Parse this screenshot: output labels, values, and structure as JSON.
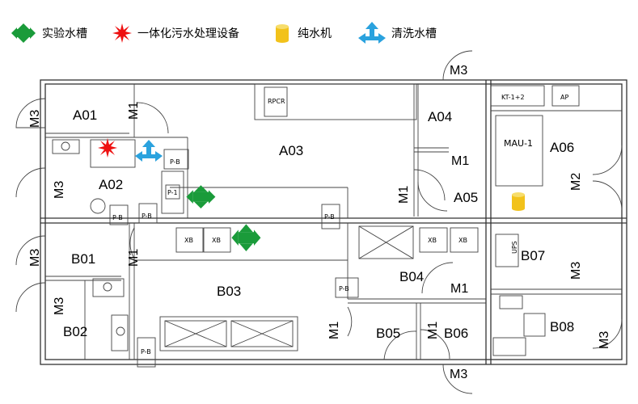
{
  "legend": [
    {
      "label": "实验水槽",
      "icon": "green-cross-icon",
      "color": "#1a9b3a"
    },
    {
      "label": "一体化污水处理设备",
      "icon": "red-star-icon",
      "color": "#ee1111"
    },
    {
      "label": "纯水机",
      "icon": "yellow-cylinder-icon",
      "color": "#f2c21b"
    },
    {
      "label": "清洗水槽",
      "icon": "blue-arrows-icon",
      "color": "#2aa2de"
    }
  ],
  "rooms": {
    "A01": "A01",
    "A02": "A02",
    "A03": "A03",
    "A04": "A04",
    "A05": "A05",
    "A06": "A06",
    "B01": "B01",
    "B02": "B02",
    "B03": "B03",
    "B04": "B04",
    "B05": "B05",
    "B06": "B06",
    "B07": "B07",
    "B08": "B08"
  },
  "doors": {
    "M1": "M1",
    "M2": "M2",
    "M3": "M3"
  },
  "equipment": {
    "rpcr": "RPCR",
    "kt": "KT-1+2",
    "ap": "AP",
    "mau": "MAU-1",
    "ups": "UPS",
    "pb": "P-B",
    "p1": "P-1",
    "xb": "XB"
  }
}
